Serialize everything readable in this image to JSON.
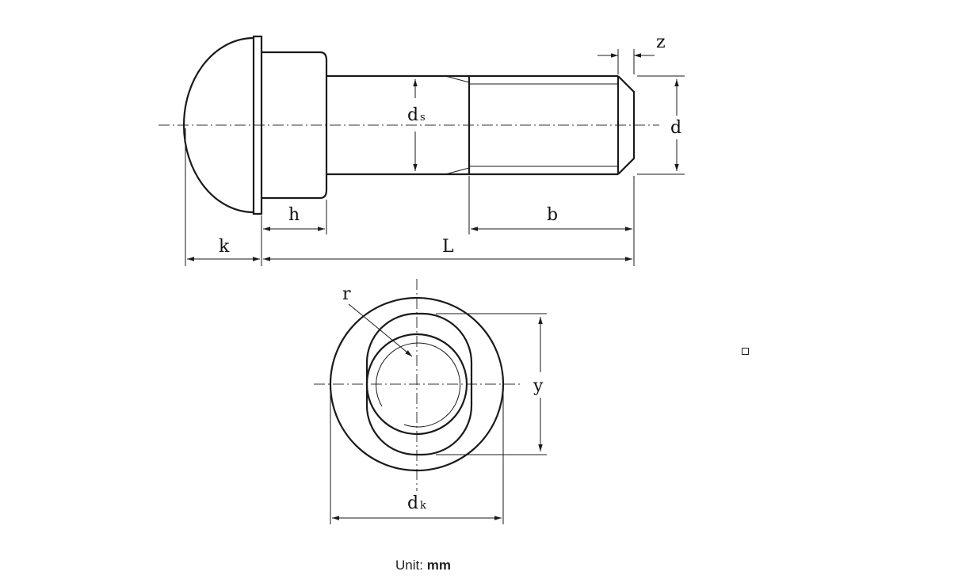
{
  "labels": {
    "z": "z",
    "d_s": "d",
    "d_s_sub": "s",
    "d": "d",
    "h": "h",
    "b": "b",
    "k": "k",
    "L": "L",
    "r": "r",
    "y": "y",
    "d_k": "d",
    "d_k_sub": "k"
  },
  "caption": {
    "prefix": "Unit: ",
    "unit": "mm"
  }
}
